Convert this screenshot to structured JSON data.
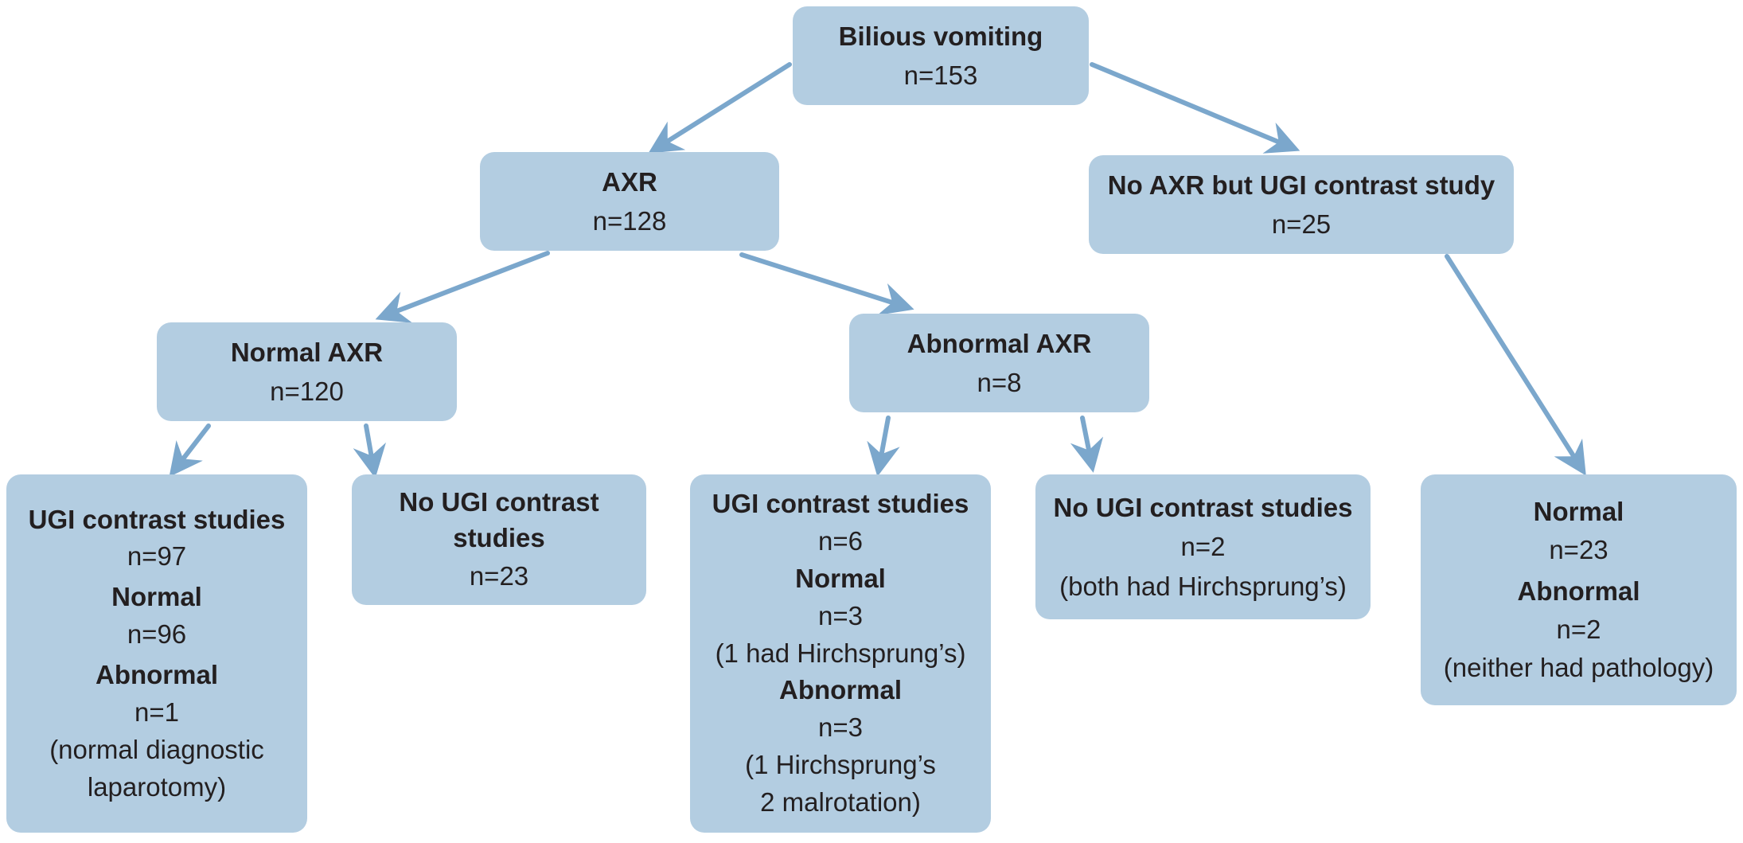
{
  "nodes": {
    "bilious": {
      "title": "Bilious vomiting",
      "count": "n=153"
    },
    "axr": {
      "title": "AXR",
      "count": "n=128"
    },
    "no_axr": {
      "title": "No AXR but UGI contrast study",
      "count": "n=25"
    },
    "normal_axr": {
      "title": "Normal AXR",
      "count": "n=120"
    },
    "abnormal_axr": {
      "title": "Abnormal AXR",
      "count": "n=8"
    },
    "ugi_97": {
      "title": "UGI contrast studies",
      "count": "n=97",
      "normal_label": "Normal",
      "normal_count": "n=96",
      "abnormal_label": "Abnormal",
      "abnormal_count": "n=1",
      "note_line1": "(normal diagnostic",
      "note_line2": "laparotomy)"
    },
    "no_ugi_23": {
      "title_line1": "No UGI contrast",
      "title_line2": "studies",
      "count": "n=23"
    },
    "ugi_6": {
      "title": "UGI contrast studies",
      "count": "n=6",
      "normal_label": "Normal",
      "normal_count": "n=3",
      "normal_note": "(1 had Hirchsprung’s)",
      "abnormal_label": "Abnormal",
      "abnormal_count": "n=3",
      "note_line1": "(1 Hirchsprung’s",
      "note_line2": "2 malrotation)"
    },
    "no_ugi_2": {
      "title": "No UGI contrast studies",
      "count": "n=2",
      "note": "(both had Hirchsprung’s)"
    },
    "outcome_25": {
      "normal_label": "Normal",
      "normal_count": "n=23",
      "abnormal_label": "Abnormal",
      "abnormal_count": "n=2",
      "note": "(neither had pathology)"
    }
  },
  "colors": {
    "box_fill": "#b3cde1",
    "arrow": "#7ba7cc",
    "text": "#231f20"
  }
}
